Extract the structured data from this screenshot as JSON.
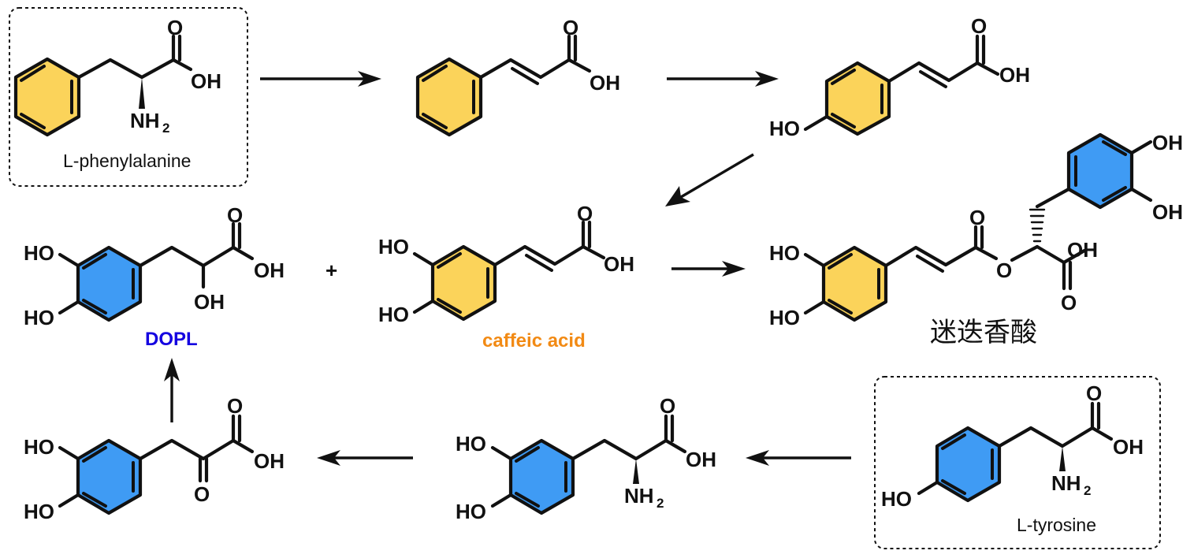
{
  "colors": {
    "yellow_ring": "#FBD35A",
    "blue_ring": "#3F9BF4",
    "dopl_label": "#1400E0",
    "caffeic_label": "#F28A14",
    "line": "#111111"
  },
  "labels": {
    "l_phenylalanine": "L-phenylalanine",
    "l_tyrosine": "L-tyrosine",
    "dopl": "DOPL",
    "caffeic_acid": "caffeic acid",
    "rosmarinic_acid": "迷迭香酸",
    "plus": "+"
  },
  "atoms": {
    "O": "O",
    "OH": "OH",
    "HO": "HO",
    "NH": "NH",
    "sub2": "2"
  }
}
